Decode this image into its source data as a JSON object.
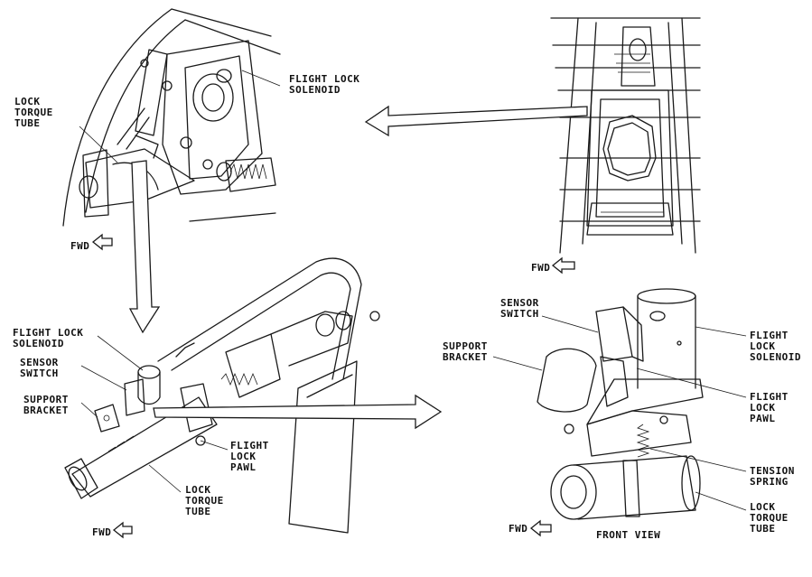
{
  "labels": {
    "top_left": {
      "lock_torque_tube": "LOCK\nTORQUE\nTUBE",
      "flight_lock_solenoid": "FLIGHT LOCK\nSOLENOID",
      "fwd": "FWD"
    },
    "top_right": {
      "fwd": "FWD"
    },
    "bottom_left": {
      "flight_lock_solenoid": "FLIGHT LOCK\nSOLENOID",
      "sensor_switch": "SENSOR\nSWITCH",
      "support_bracket": "SUPPORT\nBRACKET",
      "flight_lock_pawl": "FLIGHT\nLOCK\nPAWL",
      "lock_torque_tube": "LOCK\nTORQUE\nTUBE",
      "fwd": "FWD"
    },
    "bottom_right": {
      "sensor_switch": "SENSOR\nSWITCH",
      "support_bracket": "SUPPORT\nBRACKET",
      "flight_lock_solenoid": "FLIGHT\nLOCK\nSOLENOID",
      "flight_lock_pawl": "FLIGHT\nLOCK\nPAWL",
      "tension_spring": "TENSION\nSPRING",
      "lock_torque_tube": "LOCK\nTORQUE\nTUBE",
      "fwd": "FWD",
      "front_view": "FRONT VIEW"
    }
  },
  "icons": [
    "fwd-arrow-icon",
    "callout-arrow-icon"
  ]
}
